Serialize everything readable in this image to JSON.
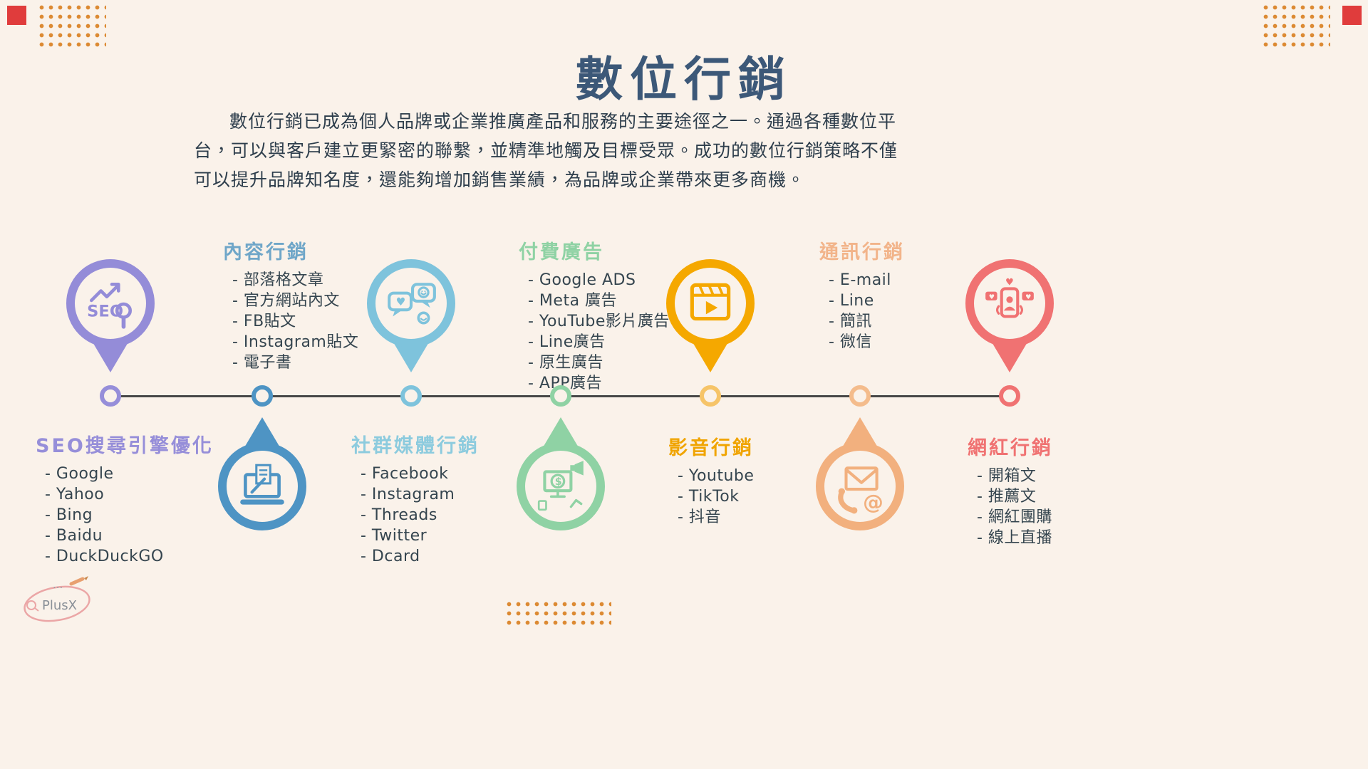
{
  "slide": {
    "title": "數位行銷",
    "intro": "數位行銷已成為個人品牌或企業推廣產品和服務的主要途徑之一。通過各種數位平台，可以與客戶建立更緊密的聯繫，並精準地觸及目標受眾。成功的數位行銷策略不僅可以提升品牌知名度，還能夠增加銷售業績，為品牌或企業帶來更多商機。"
  },
  "logo": {
    "text": "PlusX"
  },
  "colors": {
    "background": "#FAF2EA",
    "title": "#3C5878",
    "body_text": "#2E3E4C",
    "timeline": "#474747",
    "accent_dots": "#DC8A33",
    "corner_square": "#E03C3C"
  },
  "categories": [
    {
      "title": "SEO搜尋引擎優化",
      "color": "#948CD8",
      "title_color": "#968ED9",
      "node_color": "#968ED9",
      "icon": "seo-magnifier-icon",
      "items": [
        "Google",
        "Yahoo",
        "Bing",
        "Baidu",
        "DuckDuckGO"
      ]
    },
    {
      "title": "內容行銷",
      "color": "#4E94C4",
      "title_color": "#6FA6C8",
      "node_color": "#4E94C4",
      "icon": "laptop-writing-icon",
      "items": [
        "部落格文章",
        "官方網站內文",
        "FB貼文",
        "Instagram貼文",
        "電子書"
      ]
    },
    {
      "title": "社群媒體行銷",
      "color": "#7EC3DC",
      "title_color": "#8CCBDE",
      "node_color": "#7EC3DC",
      "icon": "chat-bubbles-icon",
      "items": [
        "Facebook",
        "Instagram",
        "Threads",
        "Twitter",
        "Dcard"
      ]
    },
    {
      "title": "付費廣告",
      "color": "#8FD2A4",
      "title_color": "#8FD2A4",
      "node_color": "#8FD2A4",
      "icon": "ads-monitor-icon",
      "items": [
        "Google ADS",
        "Meta 廣告",
        "YouTube影片廣告",
        "Line廣告",
        "原生廣告",
        "APP廣告"
      ]
    },
    {
      "title": "影音行銷",
      "color": "#F5A800",
      "title_color": "#F0A400",
      "node_color": "#F6C468",
      "icon": "video-clapperboard-icon",
      "items": [
        "Youtube",
        "TikTok",
        "抖音"
      ]
    },
    {
      "title": "通訊行銷",
      "color": "#F2B07E",
      "title_color": "#F2B48A",
      "node_color": "#F4BC8C",
      "icon": "email-phone-icon",
      "items": [
        "E-mail",
        "Line",
        "簡訊",
        "微信"
      ]
    },
    {
      "title": "網紅行銷",
      "color": "#F07272",
      "title_color": "#F07272",
      "node_color": "#F07272",
      "icon": "influencer-phone-icon",
      "items": [
        "開箱文",
        "推薦文",
        "網紅團購",
        "線上直播"
      ]
    }
  ]
}
